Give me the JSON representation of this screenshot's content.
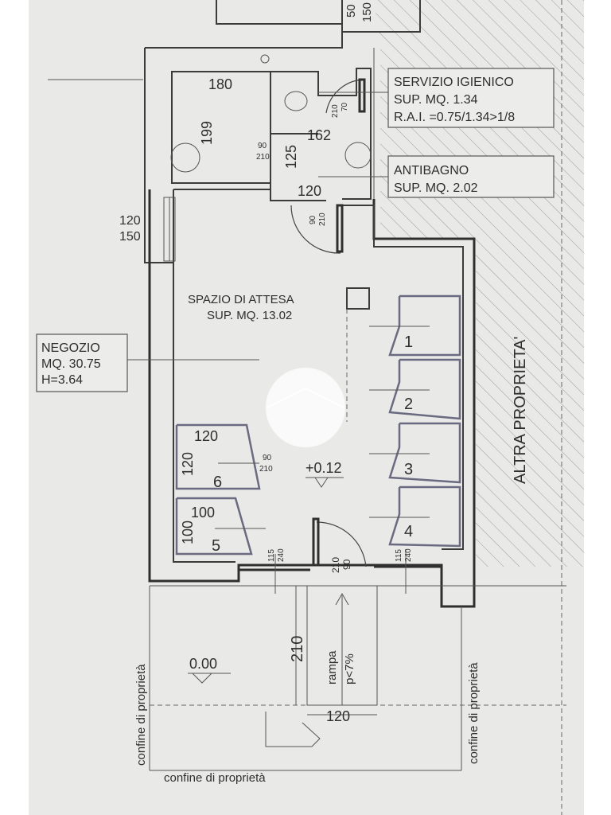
{
  "labels": {
    "servizio_title": "SERVIZIO IGIENICO",
    "servizio_area": "SUP. MQ. 1.34",
    "servizio_rai": "R.A.I. =0.75/1.34>1/8",
    "antibagno_title": "ANTIBAGNO",
    "antibagno_area": "SUP. MQ. 2.02",
    "attesa_title": "SPAZIO DI ATTESA",
    "attesa_area": "SUP. MQ. 13.02",
    "negozio_title": "NEGOZIO",
    "negozio_area": "MQ. 30.75",
    "negozio_height": "H=3.64",
    "altra_proprieta": "ALTRA PROPRIETA'",
    "confine_left": "confine di proprietà",
    "confine_right": "confine di proprietà",
    "confine_bottom": "confine di proprietà",
    "rampa": "rampa",
    "rampa_slope": "p<7%"
  },
  "dimensions": {
    "top_50": "50",
    "top_150": "150",
    "d180": "180",
    "d199": "199",
    "d162": "162",
    "d125": "125",
    "d120_anti": "120",
    "d120_window": "120",
    "d150_window": "150",
    "d210_70_a": "210",
    "d210_70_b": "70",
    "d90_210_a_num": "90",
    "d90_210_a_den": "210",
    "d90_210_b_num": "90",
    "d90_210_b_den": "210",
    "d90_210_c_num": "90",
    "d90_210_c_den": "210",
    "d120_stall6_w": "120",
    "d120_stall6_h": "120",
    "d100_stall5_w": "100",
    "d100_stall5_h": "100",
    "d115_240_l_a": "115",
    "d115_240_l_b": "240",
    "d115_240_r_a": "115",
    "d115_240_r_b": "240",
    "d210_90_a": "210",
    "d210_90_b": "90",
    "d210_ramp": "210",
    "d120_ramp": "120"
  },
  "levels": {
    "interior": "+0.12",
    "exterior": "0.00"
  },
  "stalls": [
    "1",
    "2",
    "3",
    "4",
    "5",
    "6"
  ]
}
